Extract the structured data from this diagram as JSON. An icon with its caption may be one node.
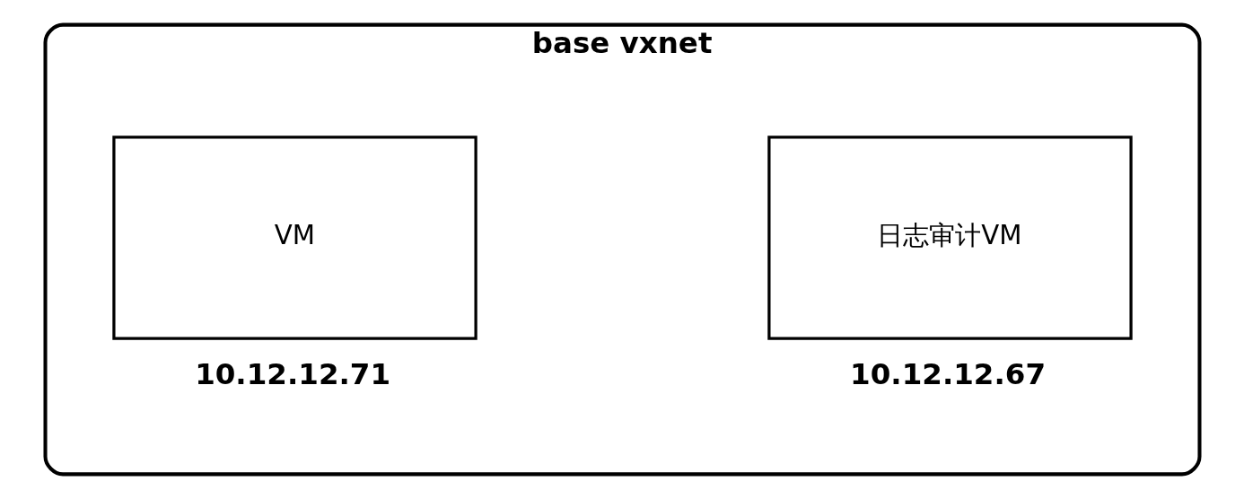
{
  "diagram": {
    "nodes": [
      {
        "text": [
          "base vxnet"
        ]
      },
      {
        "text": [
          "VM"
        ],
        "in": 0,
        "beside": [
          "10.12.12.71"
        ]
      },
      {
        "text": [
          "日志审计VM"
        ],
        "in": 0,
        "beside": [
          "10.12.12.67"
        ]
      }
    ],
    "edges": []
  }
}
